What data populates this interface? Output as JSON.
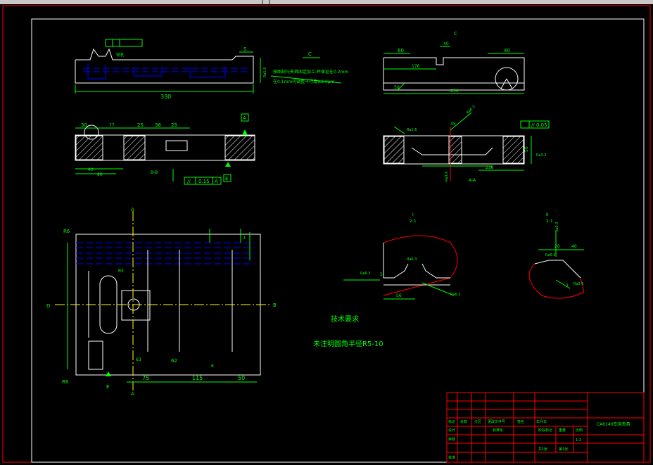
{
  "window": {
    "title": ""
  },
  "drawing": {
    "tech_title": "技术要求",
    "tech_note": "未注明圆角半径R5-10",
    "colors": {
      "frame": "#ffffff",
      "outline": "#ffffff",
      "dimension": "#00ff00",
      "center": "#ffff00",
      "hidden": "#0000ff",
      "hatch": "#ffffff",
      "section": "#ff0000",
      "title_block": "#ff0000"
    },
    "top_view": {
      "dim_total": "330",
      "label_s": "S",
      "label_c": "C",
      "label_hole": "钻孔",
      "note_line1": "按图刻与夹具固定加工,并保证在0.2mm",
      "note_line2": "在0.1mm内调整平行度≤2.0μm",
      "ra": "Ra1.6"
    },
    "section_bb": {
      "d1": "30",
      "d2": "77",
      "d3": "25",
      "d4": "36",
      "d5": "25",
      "d6": "40",
      "d7": "90",
      "label": "B-B",
      "datum_a": "A",
      "datum_e": "E",
      "tol_sym": "//",
      "tol_val": "0.15",
      "tol_ref": "A"
    },
    "view_c": {
      "label": "C",
      "d1": "60",
      "d2": "40",
      "d3": "40",
      "d4": "176",
      "d5": "254",
      "d6": "50"
    },
    "section_aa": {
      "label": "A-A",
      "ra1": "Ra6.3",
      "ra2": "Ra1.6",
      "ra3": "Ra3.2",
      "ra4": "Ra3.6",
      "tol_sym": "//",
      "tol_val": "0.05",
      "d1": "45",
      "d2": "50",
      "d3": "236"
    },
    "plan_view": {
      "label_a": "A",
      "label_b": "B",
      "label_d": "D",
      "label_e": "E",
      "r6_top": "R6",
      "r6_bottom": "R6",
      "r5": "R5",
      "d1": "75",
      "d2": "115",
      "d3": "50",
      "d4": "62",
      "d5": "63",
      "d6": "3",
      "d7": "6"
    },
    "detail_i": {
      "label": "I",
      "scale": "2:1",
      "ra1": "Ra6.3",
      "ra2": "Ra6.3",
      "ra3": "Ra6.3",
      "d1": "56",
      "d2": "5"
    },
    "detail_ii": {
      "label": "II",
      "scale": "2:1",
      "ra1": "Ra6.3",
      "ra2": "Ra6.3",
      "ra3": "Ra3.6",
      "d1": "20",
      "d2": "40",
      "d3": "2"
    },
    "title_block": {
      "part_name": "CA6140车床夹具",
      "row1": [
        "标记",
        "处数",
        "分区",
        "更改文件号",
        "签名",
        "年月日"
      ],
      "designer": "设计",
      "checker": "审核",
      "approve": "批准",
      "std": "标准化",
      "stage": "阶段标记",
      "weight": "重量",
      "scale": "比例",
      "scale_val": "1:2",
      "sheets": "共1张",
      "sheet_no": "第1张"
    }
  }
}
